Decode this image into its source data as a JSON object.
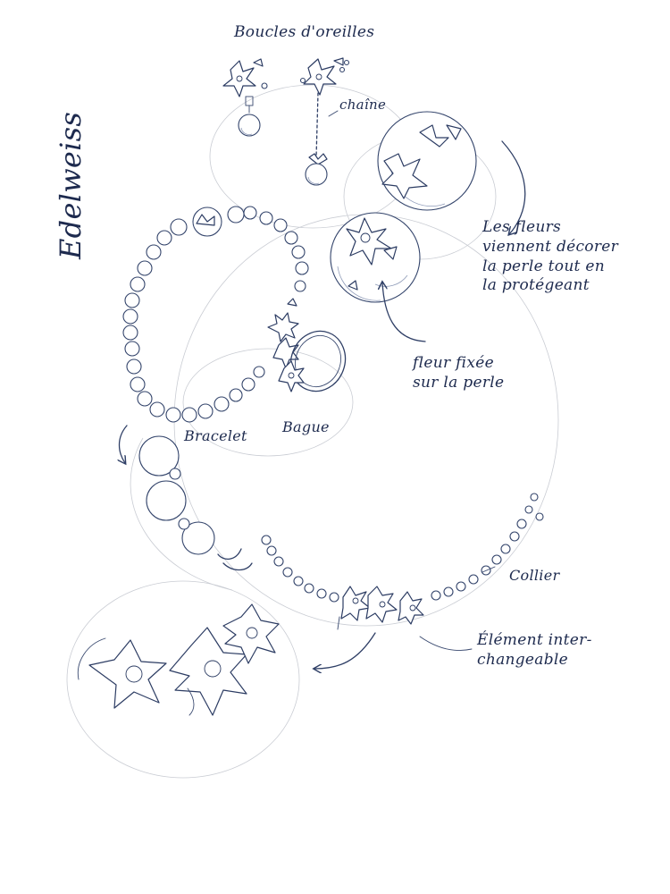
{
  "labels": {
    "title": "Edelweiss",
    "earrings": "Boucles d'oreilles",
    "chain": "chaîne",
    "flowers_note": [
      "Les fleurs",
      "viennent décorer",
      "la perle tout en",
      "la protégeant"
    ],
    "flower_fixed": [
      "fleur fixée",
      "sur la perle"
    ],
    "bracelet": "Bracelet",
    "ring": "Bague",
    "necklace": "Collier",
    "interchangeable": [
      "Élément inter-",
      "changeable"
    ]
  },
  "colors": {
    "ink": "#2f3f66",
    "pencil": "#c9ccd3",
    "paper": "#ffffff"
  }
}
